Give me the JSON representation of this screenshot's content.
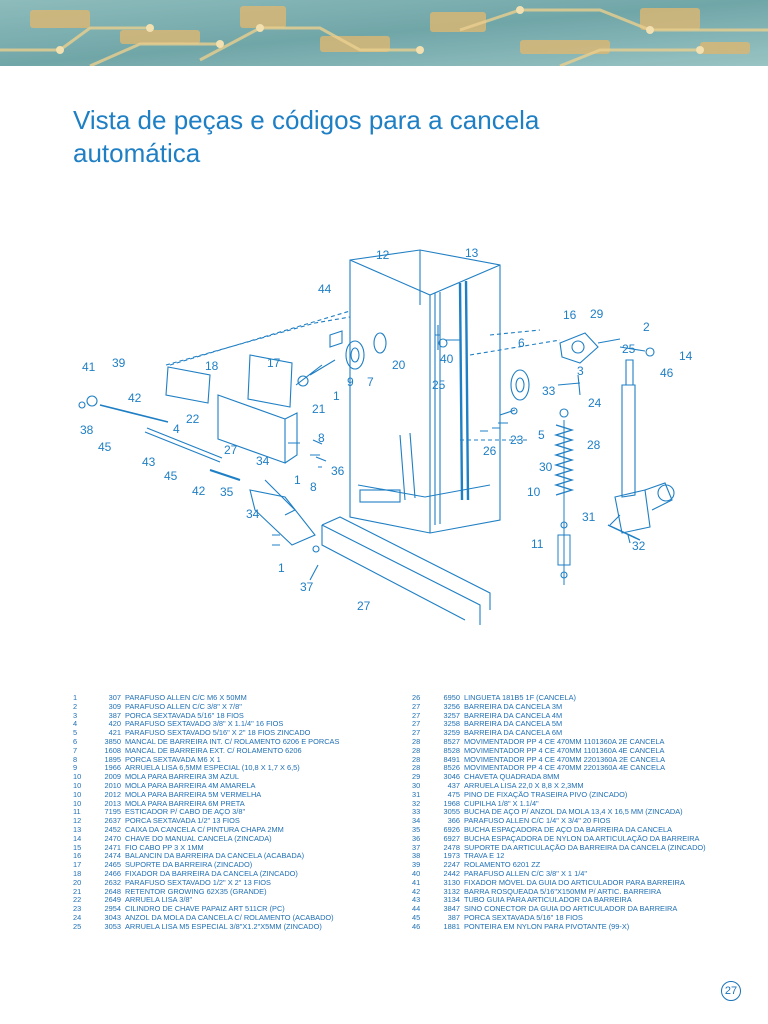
{
  "title": "Vista de peças e códigos para a cancela automática",
  "page_number": "27",
  "colors": {
    "primary": "#1f7fc4",
    "banner_teal": "#6fa6a5",
    "banner_gold": "#c9a45a"
  },
  "diagram_labels": [
    "12",
    "13",
    "44",
    "16",
    "29",
    "2",
    "6",
    "25",
    "14",
    "46",
    "41",
    "39",
    "18",
    "17",
    "40",
    "3",
    "42",
    "9",
    "7",
    "20",
    "25",
    "33",
    "24",
    "1",
    "22",
    "21",
    "38",
    "4",
    "8",
    "23",
    "5",
    "28",
    "26",
    "45",
    "27",
    "43",
    "36",
    "34",
    "30",
    "45",
    "1",
    "42",
    "35",
    "8",
    "10",
    "34",
    "31",
    "32",
    "11",
    "1",
    "37",
    "27"
  ],
  "parts_left": [
    {
      "n": "1",
      "code": "307",
      "desc": "PARAFUSO ALLEN C/C M6 X 50MM"
    },
    {
      "n": "2",
      "code": "309",
      "desc": "PARAFUSO ALLEN C/C 3/8\" X 7/8\""
    },
    {
      "n": "3",
      "code": "387",
      "desc": "PORCA SEXTAVADA 5/16\" 18 FIOS"
    },
    {
      "n": "4",
      "code": "420",
      "desc": "PARAFUSO SEXTAVADO 3/8\" X 1.1/4\" 16 FIOS"
    },
    {
      "n": "5",
      "code": "421",
      "desc": "PARAFUSO SEXTAVADO 5/16\" X 2\" 18 FIOS ZINCADO"
    },
    {
      "n": "6",
      "code": "3850",
      "desc": "MANCAL DE BARREIRA INT. C/ ROLAMENTO 6206 E PORCAS"
    },
    {
      "n": "7",
      "code": "1608",
      "desc": "MANCAL DE BARREIRA EXT. C/ ROLAMENTO 6206"
    },
    {
      "n": "8",
      "code": "1895",
      "desc": "PORCA SEXTAVADA M6 X 1"
    },
    {
      "n": "9",
      "code": "1966",
      "desc": "ARRUELA LISA 6,5MM ESPECIAL (10,8 X 1,7 X 6,5)"
    },
    {
      "n": "10",
      "code": "2009",
      "desc": "MOLA PARA BARREIRA 3M AZUL"
    },
    {
      "n": "10",
      "code": "2010",
      "desc": "MOLA PARA BARREIRA 4M AMARELA"
    },
    {
      "n": "10",
      "code": "2012",
      "desc": "MOLA PARA BARREIRA 5M VERMELHA"
    },
    {
      "n": "10",
      "code": "2013",
      "desc": "MOLA PARA BARREIRA 6M PRETA"
    },
    {
      "n": "11",
      "code": "7195",
      "desc": "ESTICADOR P/ CABO DE AÇO 3/8\""
    },
    {
      "n": "12",
      "code": "2637",
      "desc": "PORCA SEXTAVADA 1/2\" 13 FIOS"
    },
    {
      "n": "13",
      "code": "2452",
      "desc": "CAIXA DA CANCELA C/ PINTURA CHAPA 2MM"
    },
    {
      "n": "14",
      "code": "2470",
      "desc": "CHAVE DO MANUAL CANCELA (ZINCADA)"
    },
    {
      "n": "15",
      "code": "2471",
      "desc": "FIO CABO PP 3 X 1MM"
    },
    {
      "n": "16",
      "code": "2474",
      "desc": "BALANCIN DA BARREIRA DA CANCELA (ACABADA)"
    },
    {
      "n": "17",
      "code": "2465",
      "desc": "SUPORTE DA BARREIRA (ZINCADO)"
    },
    {
      "n": "18",
      "code": "2466",
      "desc": "FIXADOR DA BARREIRA DA CANCELA (ZINCADO)"
    },
    {
      "n": "20",
      "code": "2632",
      "desc": "PARAFUSO SEXTAVADO 1/2\" X 2\" 13 FIOS"
    },
    {
      "n": "21",
      "code": "2648",
      "desc": "RETENTOR GROWING 62X35 (GRANDE)"
    },
    {
      "n": "22",
      "code": "2649",
      "desc": "ARRUELA LISA 3/8\""
    },
    {
      "n": "23",
      "code": "2954",
      "desc": "CILINDRO DE CHAVE PAPAIZ ART 511CR (PC)"
    },
    {
      "n": "24",
      "code": "3043",
      "desc": "ANZOL DA MOLA DA CANCELA C/ ROLAMENTO (ACABADO)"
    },
    {
      "n": "25",
      "code": "3053",
      "desc": "ARRUELA LISA M5 ESPECIAL 3/8\"X1.2\"X5MM (ZINCADO)"
    }
  ],
  "parts_right": [
    {
      "n": "26",
      "code": "6950",
      "desc": "LINGUETA 181B5 1F (CANCELA)"
    },
    {
      "n": "27",
      "code": "3256",
      "desc": "BARREIRA DA CANCELA 3M"
    },
    {
      "n": "27",
      "code": "3257",
      "desc": "BARREIRA DA CANCELA 4M"
    },
    {
      "n": "27",
      "code": "3258",
      "desc": "BARREIRA DA CANCELA 5M"
    },
    {
      "n": "27",
      "code": "3259",
      "desc": "BARREIRA DA CANCELA 6M"
    },
    {
      "n": "28",
      "code": "8527",
      "desc": "MOVIMENTADOR PP 4 CE 470MM 1101360A 2E CANCELA"
    },
    {
      "n": "28",
      "code": "8528",
      "desc": "MOVIMENTADOR PP 4 CE 470MM 1101360A 4E CANCELA"
    },
    {
      "n": "28",
      "code": "8491",
      "desc": "MOVIMENTADOR PP 4 CE 470MM 2201360A 2E CANCELA"
    },
    {
      "n": "28",
      "code": "8526",
      "desc": "MOVIMENTADOR PP 4 CE 470MM 2201360A 4E CANCELA"
    },
    {
      "n": "29",
      "code": "3046",
      "desc": "CHAVETA QUADRADA 8MM"
    },
    {
      "n": "30",
      "code": "437",
      "desc": "ARRUELA LISA 22,0 X 8,8 X 2,3MM"
    },
    {
      "n": "31",
      "code": "475",
      "desc": "PINO DE FIXAÇÃO TRASEIRA PIVO (ZINCADO)"
    },
    {
      "n": "32",
      "code": "1968",
      "desc": "CUPILHA 1/8\" X 1.1/4\""
    },
    {
      "n": "33",
      "code": "3055",
      "desc": "BUCHA DE AÇO P/ ANZOL DA MOLA 13,4 X 16,5 MM (ZINCADA)"
    },
    {
      "n": "34",
      "code": "366",
      "desc": "PARAFUSO ALLEN C/C 1/4\" X 3/4\" 20 FIOS"
    },
    {
      "n": "35",
      "code": "6926",
      "desc": "BUCHA ESPAÇADORA DE AÇO DA BARREIRA DA CANCELA"
    },
    {
      "n": "36",
      "code": "6927",
      "desc": "BUCHA ESPAÇADORA DE NYLON DA ARTICULAÇÃO DA BARREIRA"
    },
    {
      "n": "37",
      "code": "2478",
      "desc": "SUPORTE DA ARTICULAÇÃO DA BARREIRA DA CANCELA (ZINCADO)"
    },
    {
      "n": "38",
      "code": "1973",
      "desc": "TRAVA E 12"
    },
    {
      "n": "39",
      "code": "2247",
      "desc": "ROLAMENTO 6201 ZZ"
    },
    {
      "n": "40",
      "code": "2442",
      "desc": "PARAFUSO ALLEN C/C 3/8\" X 1 1/4\""
    },
    {
      "n": "41",
      "code": "3130",
      "desc": "FIXADOR MÓVEL DA GUIA DO ARTICULADOR PARA BARREIRA"
    },
    {
      "n": "42",
      "code": "3132",
      "desc": "BARRA ROSQUEADA 5/16\"X150MM P/ ARTIC. BARREIRA"
    },
    {
      "n": "43",
      "code": "3134",
      "desc": "TUBO GUIA PARA ARTICULADOR DA BARREIRA"
    },
    {
      "n": "44",
      "code": "3847",
      "desc": "SINO CONECTOR DA GUIA DO ARTICULADOR DA BARREIRA"
    },
    {
      "n": "45",
      "code": "387",
      "desc": "PORCA SEXTAVADA 5/16\" 18 FIOS"
    },
    {
      "n": "46",
      "code": "1881",
      "desc": "PONTEIRA EM NYLON PARA PIVOTANTE (99-X)"
    }
  ]
}
